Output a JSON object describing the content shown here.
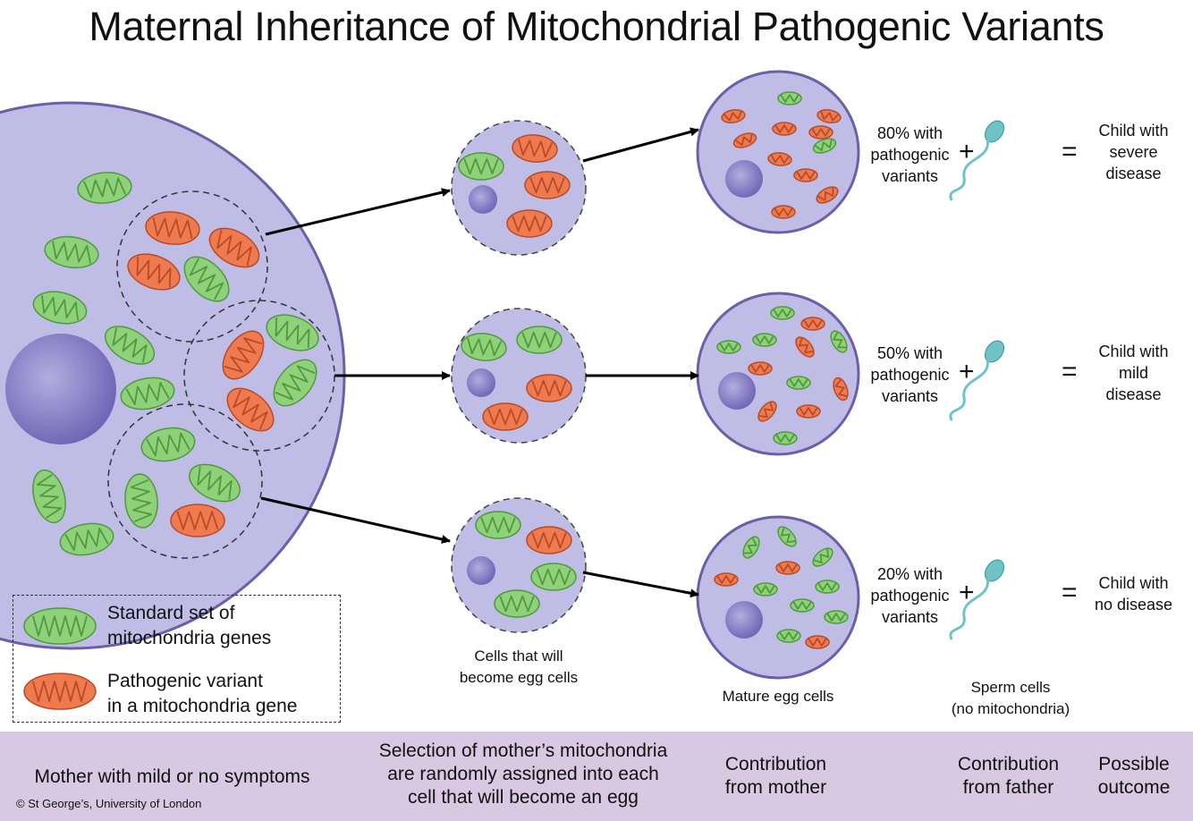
{
  "title": "Maternal Inheritance of Mitochondrial Pathogenic Variants",
  "colors": {
    "cell_fill": "#bfbde6",
    "cell_border": "#6b5fa8",
    "nucleus": "#8278c4",
    "standard_mito_fill": "#8fd07a",
    "standard_mito_border": "#4f9a3c",
    "pathogenic_mito_fill": "#f07a50",
    "pathogenic_mito_border": "#b84b26",
    "sperm": "#6fc3c6",
    "band": "#d8c8e2"
  },
  "legend": {
    "standard_label": [
      "Standard set of",
      "mitochondria genes"
    ],
    "pathogenic_label": [
      "Pathogenic variant",
      "in a mitochondria gene"
    ]
  },
  "labels": {
    "cells_egg": [
      "Cells that will",
      "become egg cells"
    ],
    "mature_egg": "Mature egg cells",
    "sperm": [
      "Sperm cells",
      "(no mitochondria)"
    ]
  },
  "rows": [
    {
      "percent": [
        "80%",
        "with"
      ],
      "text": [
        "pathogenic",
        "variants"
      ],
      "outcome": [
        "Child with",
        "severe",
        "disease"
      ]
    },
    {
      "percent": [
        "50%",
        "with"
      ],
      "text": [
        "pathogenic",
        "variants"
      ],
      "outcome": [
        "Child with",
        "mild",
        "disease"
      ]
    },
    {
      "percent": [
        "20%",
        "with"
      ],
      "text": [
        "pathogenic",
        "variants"
      ],
      "outcome": [
        "Child with",
        "no disease"
      ]
    }
  ],
  "symbols": {
    "plus": "+",
    "equals": "="
  },
  "bottom_band": {
    "mother": "Mother with mild or no symptoms",
    "selection": [
      "Selection of mother’s mitochondria",
      "are randomly assigned into each",
      "cell that will become an egg"
    ],
    "contribution_mother": [
      "Contribution",
      "from mother"
    ],
    "contribution_father": [
      "Contribution",
      "from father"
    ],
    "possible_outcome": [
      "Possible",
      "outcome"
    ]
  },
  "credit": "© St George’s, University of London"
}
